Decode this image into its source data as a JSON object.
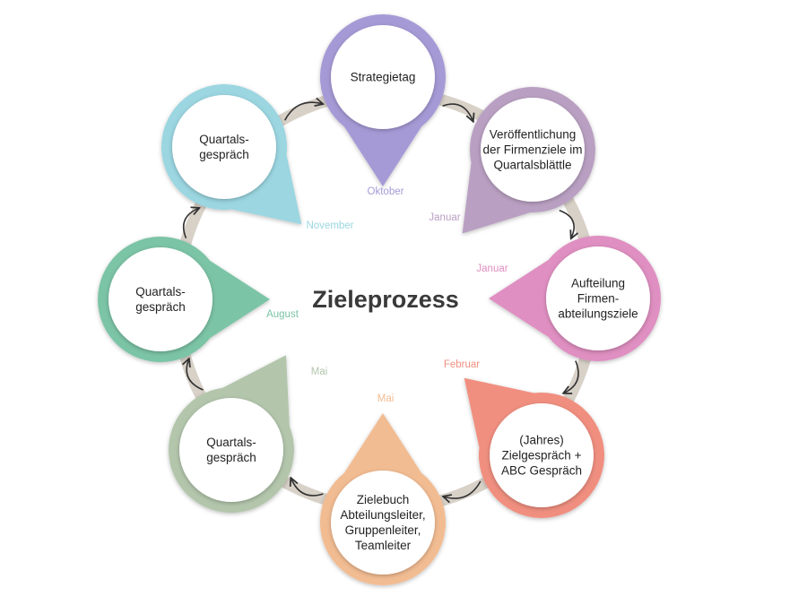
{
  "title": "Zieleprozess",
  "nodes": [
    {
      "id": "strategietag",
      "lines": [
        "Strategietag"
      ],
      "month": "Oktober",
      "color": "#a69ad6"
    },
    {
      "id": "veroeffentlichung",
      "lines": [
        "Veröffentlichung",
        "der Firmenziele im",
        "Quartalsblättle"
      ],
      "month": "Januar",
      "color": "#b9a0c2"
    },
    {
      "id": "aufteilung",
      "lines": [
        "Aufteilung",
        "Firmen-",
        "abteilungsziele"
      ],
      "month": "Januar",
      "color": "#df8fc1"
    },
    {
      "id": "zielgespraech",
      "lines": [
        "(Jahres)",
        "Zielgespräch +",
        "ABC Gespräch"
      ],
      "month": "Februar",
      "color": "#f08f80"
    },
    {
      "id": "zielebuch",
      "lines": [
        "Zielebuch",
        "Abteilungsleiter,",
        "Gruppenleiter,",
        "Teamleiter"
      ],
      "month": "Mai",
      "color": "#f2bc92"
    },
    {
      "id": "quartal-mai",
      "lines": [
        "Quartals-",
        "gespräch"
      ],
      "month": "Mai",
      "color": "#b3c6ac"
    },
    {
      "id": "quartal-august",
      "lines": [
        "Quartals-",
        "gespräch"
      ],
      "month": "August",
      "color": "#7cc4a6"
    },
    {
      "id": "quartal-november",
      "lines": [
        "Quartals-",
        "gespräch"
      ],
      "month": "November",
      "color": "#9bd6e1"
    }
  ],
  "ring_color": "#d8d1c8",
  "arrow_color": "#333333"
}
